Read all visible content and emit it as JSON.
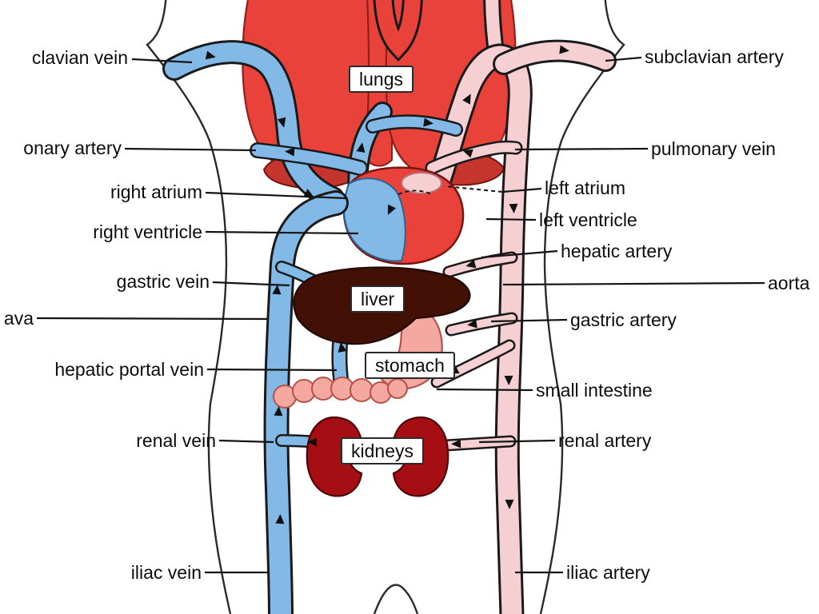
{
  "figure_title": "human circulatory system diagram",
  "palette": {
    "vein_blue": "#82b9e6",
    "artery_pink": "#f6cfd2",
    "lung_red": "#e8423b",
    "dark_red": "#c5352e",
    "liver_brown": "#431006",
    "kidney_red": "#a50f14",
    "stomach_pink": "#f4a8a0",
    "outline": "#1a1a1a"
  },
  "labels": {
    "left": [
      {
        "id": "subclavian-vein",
        "text": "clavian vein"
      },
      {
        "id": "pulmonary-artery",
        "text": "onary artery"
      },
      {
        "id": "right-atrium",
        "text": "right atrium"
      },
      {
        "id": "right-ventricle",
        "text": "right ventricle"
      },
      {
        "id": "gastric-vein",
        "text": "gastric vein"
      },
      {
        "id": "vena-cava",
        "text": "ava"
      },
      {
        "id": "hepatic-portal-vein",
        "text": "hepatic portal vein"
      },
      {
        "id": "renal-vein",
        "text": "renal vein"
      },
      {
        "id": "iliac-vein",
        "text": "iliac vein"
      }
    ],
    "right": [
      {
        "id": "subclavian-artery",
        "text": "subclavian artery"
      },
      {
        "id": "pulmonary-vein",
        "text": "pulmonary vein"
      },
      {
        "id": "left-atrium",
        "text": "left atrium"
      },
      {
        "id": "left-ventricle",
        "text": "left ventricle"
      },
      {
        "id": "hepatic-artery",
        "text": "hepatic artery"
      },
      {
        "id": "aorta",
        "text": "aorta"
      },
      {
        "id": "gastric-artery",
        "text": "gastric artery"
      },
      {
        "id": "small-intestine",
        "text": "small intestine"
      },
      {
        "id": "renal-artery",
        "text": "renal artery"
      },
      {
        "id": "iliac-artery",
        "text": "iliac artery"
      }
    ],
    "organs": [
      {
        "id": "lungs",
        "text": "lungs"
      },
      {
        "id": "liver",
        "text": "liver"
      },
      {
        "id": "stomach",
        "text": "stomach"
      },
      {
        "id": "kidneys",
        "text": "kidneys"
      }
    ]
  }
}
